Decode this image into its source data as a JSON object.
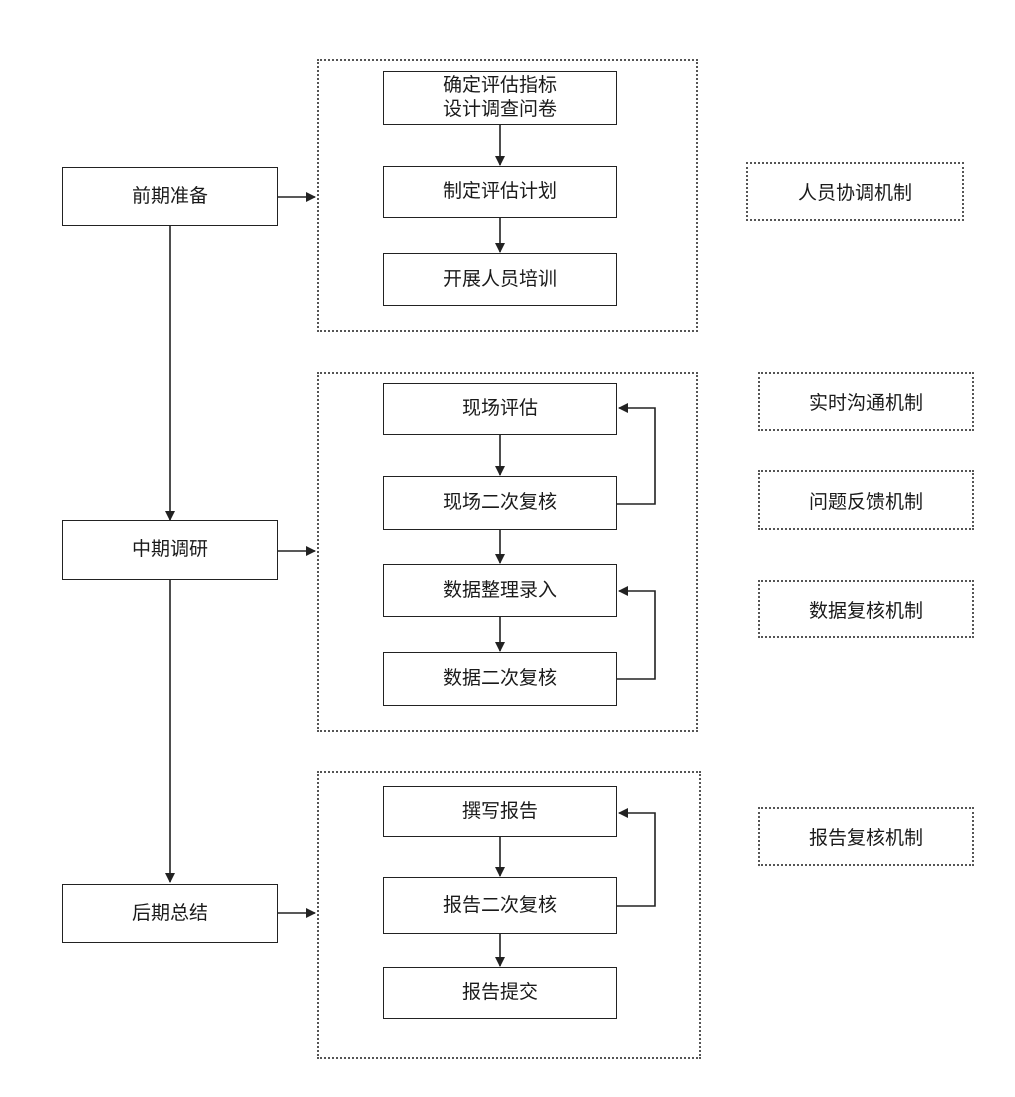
{
  "phases": [
    {
      "label": "前期准备"
    },
    {
      "label": "中期调研"
    },
    {
      "label": "后期总结"
    }
  ],
  "groups": [
    {
      "steps": [
        "确定评估指标\n设计调查问卷",
        "制定评估计划",
        "开展人员培训"
      ]
    },
    {
      "steps": [
        "现场评估",
        "现场二次复核",
        "数据整理录入",
        "数据二次复核"
      ]
    },
    {
      "steps": [
        "撰写报告",
        "报告二次复核",
        "报告提交"
      ]
    }
  ],
  "mechanisms": [
    "人员协调机制",
    "实时沟通机制",
    "问题反馈机制",
    "数据复核机制",
    "报告复核机制"
  ]
}
